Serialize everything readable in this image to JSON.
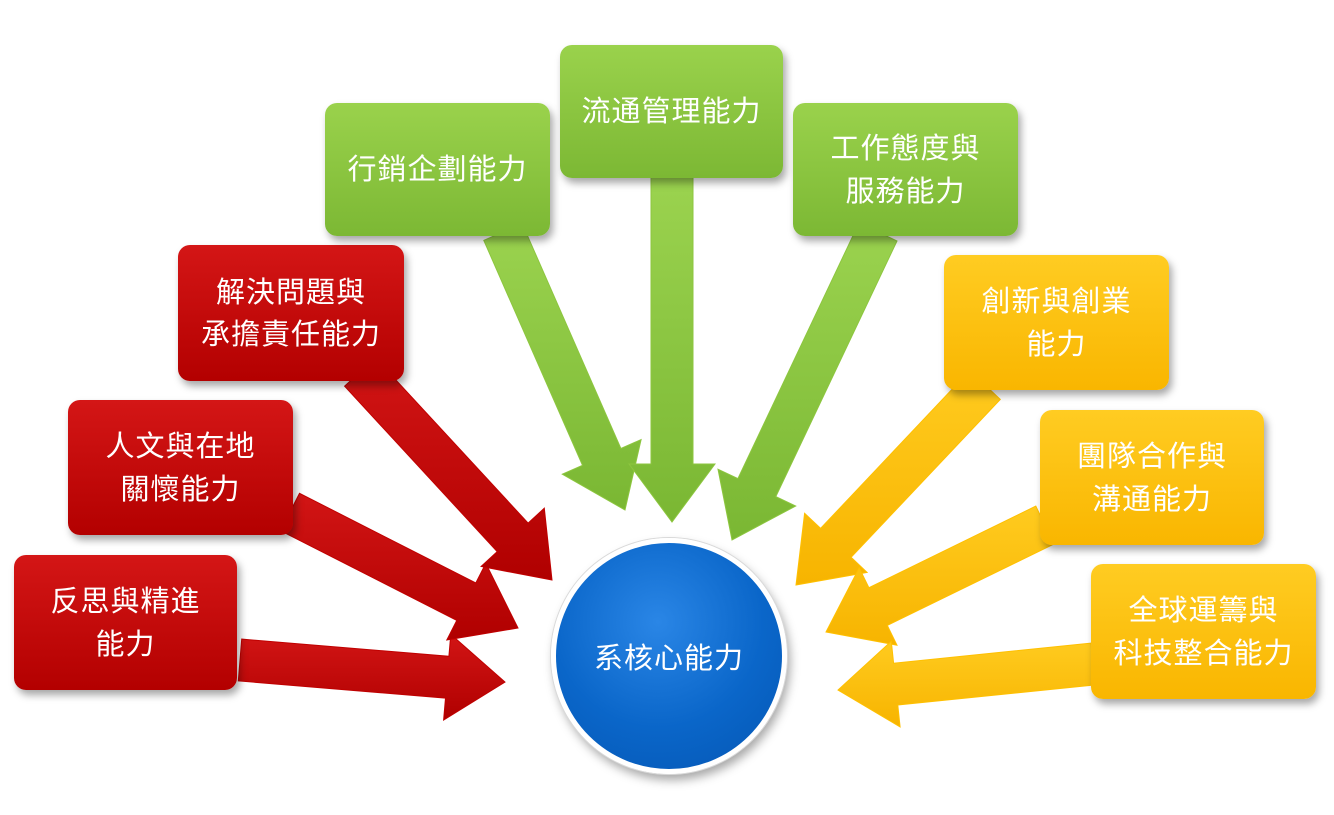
{
  "colors": {
    "red": "#c00000",
    "green": "#8dc63f",
    "orange": "#ffc000",
    "blue": "#0a66c9"
  },
  "center": {
    "label": "系核心能力",
    "color": "blue"
  },
  "boxes": [
    {
      "id": "reflect",
      "name": "box-reflection-progress",
      "color": "red",
      "lines": [
        "反思與精進",
        "能力"
      ]
    },
    {
      "id": "humanity",
      "name": "box-humanities-local-care",
      "color": "red",
      "lines": [
        "人文與在地",
        "關懷能力"
      ]
    },
    {
      "id": "problem",
      "name": "box-problem-solving",
      "color": "red",
      "lines": [
        "解決問題與",
        "承擔責任能力"
      ]
    },
    {
      "id": "marketing",
      "name": "box-marketing-planning",
      "color": "green",
      "lines": [
        "行銷企劃能力"
      ]
    },
    {
      "id": "logistics",
      "name": "box-distribution-management",
      "color": "green",
      "lines": [
        "流通管理能力"
      ]
    },
    {
      "id": "attitude",
      "name": "box-work-attitude-service",
      "color": "green",
      "lines": [
        "工作態度與",
        "服務能力"
      ]
    },
    {
      "id": "innovation",
      "name": "box-innovation-entrepreneurship",
      "color": "orange",
      "lines": [
        "創新與創業",
        "能力"
      ]
    },
    {
      "id": "teamwork",
      "name": "box-teamwork-communication",
      "color": "orange",
      "lines": [
        "團隊合作與",
        "溝通能力"
      ]
    },
    {
      "id": "global",
      "name": "box-global-logistics-tech",
      "color": "orange",
      "lines": [
        "全球運籌與",
        "科技整合能力"
      ]
    }
  ]
}
